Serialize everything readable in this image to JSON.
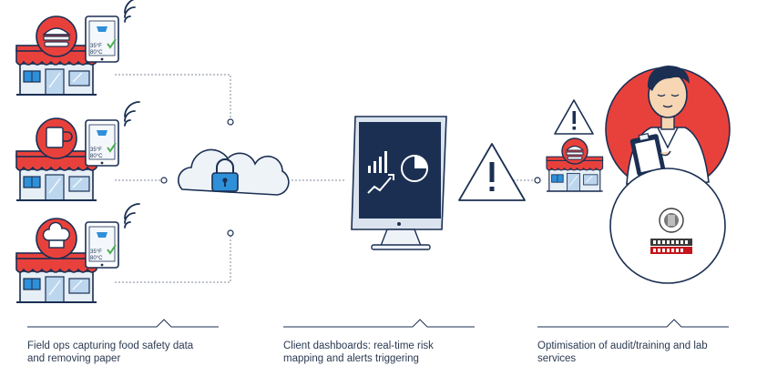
{
  "colors": {
    "red": "#e8413c",
    "navy": "#1b2f52",
    "blue": "#2f8fd8",
    "light_blue": "#dbe8f6",
    "cloud": "#eef3f8",
    "gray_line": "#7f8a9a",
    "green": "#4cb050",
    "skin": "#f7d6b4"
  },
  "icons": [
    "store-icon",
    "burger-icon",
    "mug-icon",
    "chef-hat-icon",
    "tablet-icon",
    "wifi-icon",
    "cloud-lock-icon",
    "monitor-dashboard-icon",
    "warning-icon",
    "inspector-icon",
    "bureau-veritas-logo"
  ],
  "tablet": {
    "temp_top": "35°F",
    "temp_bottom": "80°C"
  },
  "captions": [
    {
      "line1": "Field ops capturing food safety data",
      "line2": "and removing paper"
    },
    {
      "line1": "Client dashboards: real-time risk",
      "line2": "mapping and alerts triggering"
    },
    {
      "line1": "Optimisation of audit/training and lab",
      "line2": "services"
    }
  ]
}
